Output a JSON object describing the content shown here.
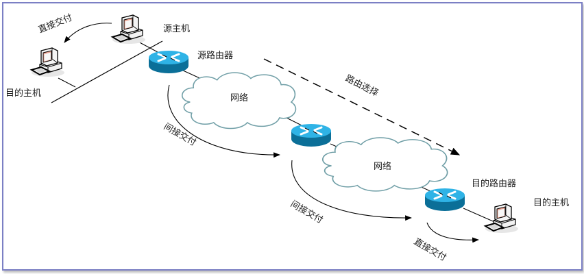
{
  "diagram": {
    "type": "network-routing-delivery",
    "labels": {
      "source_host": "源主机",
      "dest_host_left": "目的主机",
      "source_router": "源路由器",
      "network_1": "网络",
      "network_2": "网络",
      "route_selection": "路由选择",
      "indirect_delivery_1": "间接交付",
      "indirect_delivery_2": "间接交付",
      "dest_router": "目的路由器",
      "dest_host_right": "目的主机",
      "direct_delivery_top": "直接交付",
      "direct_delivery_bottom": "直接交付"
    },
    "colors": {
      "frame": "#7b7fc4",
      "router_top": "#33b5e5",
      "router_side": "#0b6f98",
      "cloud_stroke": "#6f9ea6",
      "line": "#000000"
    }
  }
}
